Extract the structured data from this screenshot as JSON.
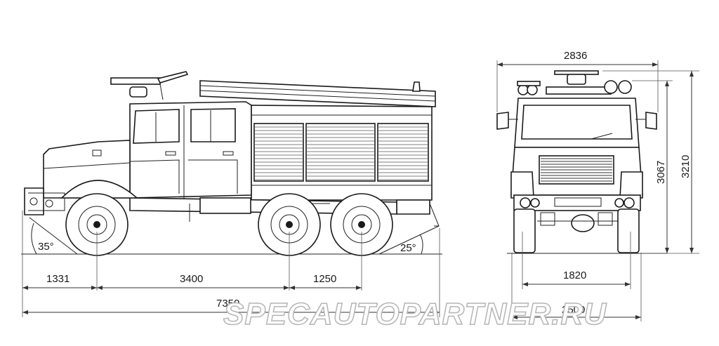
{
  "dimensions": {
    "front_overhang": "1331",
    "wheelbase_front_rear1": "3400",
    "rear_axle_spacing": "1250",
    "overall_length": "7350",
    "approach_angle": "35°",
    "departure_angle": "25°",
    "overall_width": "2836",
    "rear_track": "1820",
    "body_width": "2500",
    "height_cab": "3067",
    "overall_height": "3210"
  },
  "watermark": "SPECAUTOPARTNER.RU",
  "colors": {
    "line": "#1a1a1a",
    "background": "#ffffff"
  }
}
